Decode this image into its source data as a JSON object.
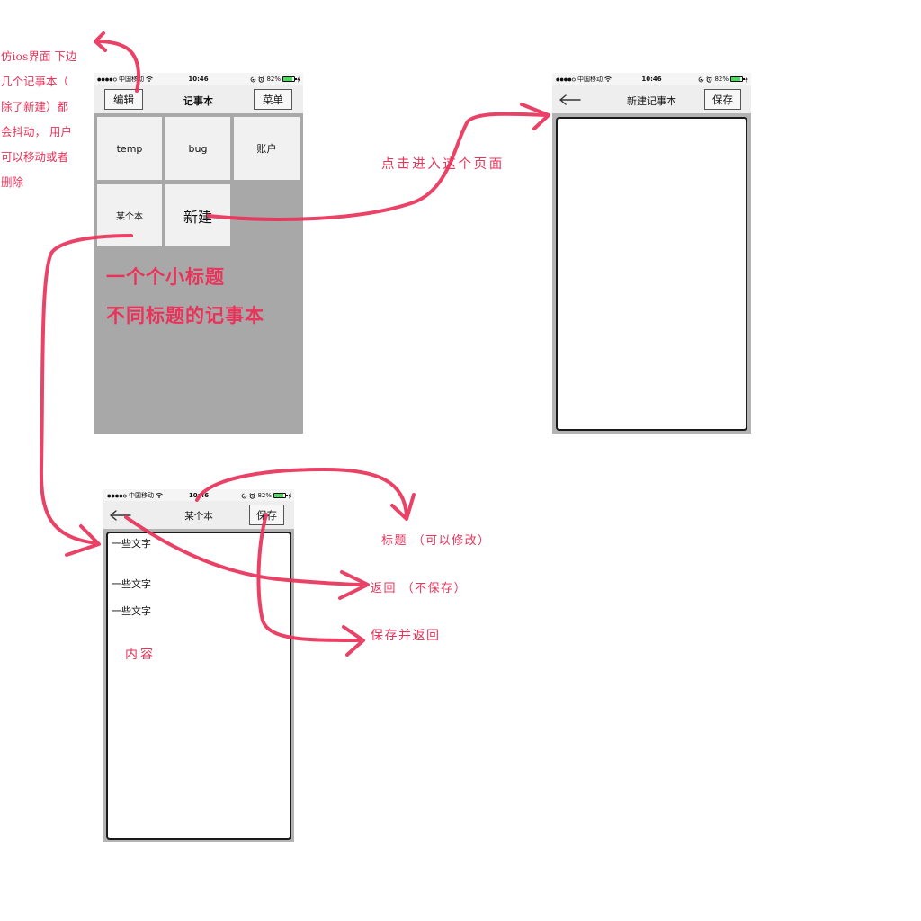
{
  "status_bar": {
    "carrier": "中国移动",
    "time": "10:46",
    "battery_text": "82%",
    "battery_level": 0.82
  },
  "notebook_list": {
    "edit_button": "编辑",
    "title": "记事本",
    "menu_button": "菜单",
    "tiles": [
      "temp",
      "bug",
      "账户",
      "某个本",
      "新建"
    ]
  },
  "new_note": {
    "title": "新建记事本",
    "save_button": "保存"
  },
  "note_detail": {
    "title": "某个本",
    "save_button": "保存",
    "lines": [
      "一些文字",
      "一些文字",
      "一些文字"
    ]
  },
  "annotations": {
    "intro": [
      "仿ios界面 下边",
      "几个记事本（",
      "除了新建）都",
      "会抖动， 用户",
      "可以移动或者",
      "删除"
    ],
    "notebook_titles": [
      "一个个小标题",
      "不同标题的记事本"
    ],
    "click_to_enter": "点击进入这个页面",
    "title_editable": "标题 （可以修改）",
    "back_no_save": "返回 （不保存）",
    "save_and_return": "保存并返回",
    "content": "内容"
  },
  "icons": {
    "signal": "signal-strength-icon",
    "wifi": "wifi-icon",
    "orientation_lock": "orientation-lock-icon",
    "alarm": "alarm-icon",
    "battery": "battery-icon",
    "charging": "charging-bolt-icon",
    "back": "back-arrow-icon"
  },
  "colors": {
    "annotation": "#e8335a",
    "content_background": "#a8a8a8",
    "nav_background": "#eeeeee",
    "tile_background": "#f1f1f1",
    "battery_fill": "#4cd964"
  }
}
